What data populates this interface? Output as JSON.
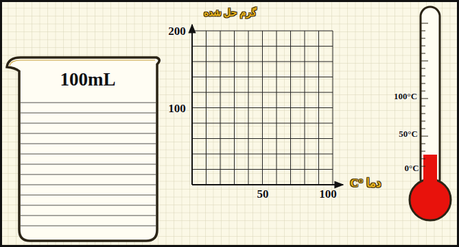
{
  "diagram": {
    "labels": [
      "100mL",
      "گرم حل شده",
      "200",
      "100",
      "50",
      "100",
      "دما °C",
      "100°C",
      "50°C",
      "0°C"
    ]
  }
}
